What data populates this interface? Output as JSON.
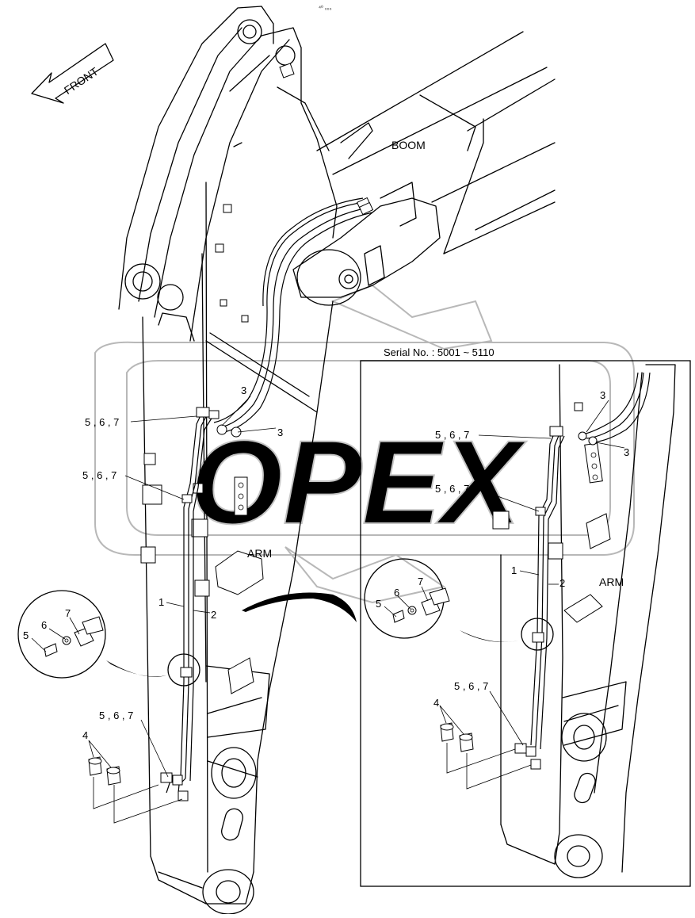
{
  "diagram": {
    "sheet_code": "⁴⁰ ₀₀₀",
    "front_label": "FRONT",
    "boom_label": "BOOM",
    "arm_label": "ARM",
    "arm_label_inset": "ARM",
    "watermark": "OPEX",
    "inset_title": "Serial No. : 5001 ~ 5110",
    "callouts": {
      "main_3a": "3",
      "main_3b": "3",
      "main_567a": "5 , 6 , 7",
      "main_567b": "5 , 6 , 7",
      "main_567c": "5 , 6 , 7",
      "main_1": "1",
      "main_2": "2",
      "main_4": "4",
      "main_5": "5",
      "main_6": "6",
      "main_7": "7",
      "inset_3a": "3",
      "inset_3b": "3",
      "inset_567a": "5 , 6 , 7",
      "inset_567b": "5 , 6 , 7",
      "inset_567c": "5 , 6 , 7",
      "inset_1": "1",
      "inset_2": "2",
      "inset_4": "4",
      "inset_5": "5",
      "inset_6": "6",
      "inset_7": "7"
    }
  }
}
